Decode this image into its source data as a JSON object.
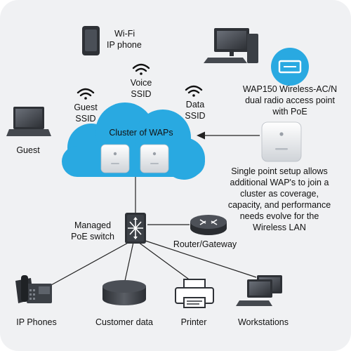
{
  "labels": {
    "wifi_phone_1": "Wi-Fi",
    "wifi_phone_2": "IP phone",
    "voice_ssid_1": "Voice",
    "voice_ssid_2": "SSID",
    "guest_ssid_1": "Guest",
    "guest_ssid_2": "SSID",
    "data_ssid_1": "Data",
    "data_ssid_2": "SSID",
    "guest": "Guest",
    "cluster": "Cluster of WAPs",
    "wap150_1": "WAP150 Wireless-AC/N",
    "wap150_2": "dual radio access point",
    "wap150_3": "with PoE",
    "setup_1": "Single point setup allows",
    "setup_2": "additional WAP's to join a",
    "setup_3": "cluster as coverage,",
    "setup_4": "capacity, and performance",
    "setup_5": "needs evolve for the",
    "setup_6": "Wireless LAN",
    "switch_1": "Managed",
    "switch_2": "PoE switch",
    "router": "Router/Gateway",
    "ip_phones": "IP Phones",
    "customer_data": "Customer data",
    "printer": "Printer",
    "workstations": "Workstations"
  },
  "colors": {
    "background": "#f0f1f3",
    "cloud": "#29a9e1",
    "device_dark": "#3c3f44",
    "line": "#222222"
  }
}
